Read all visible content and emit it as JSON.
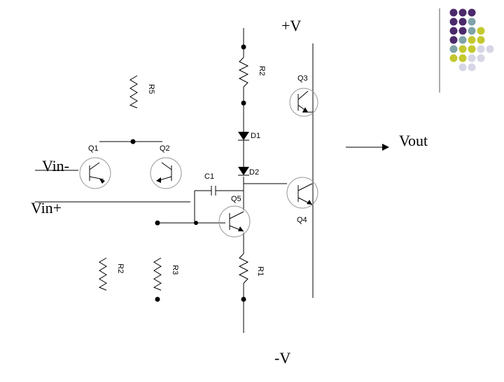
{
  "supply": {
    "positive": "+V",
    "negative": "-V"
  },
  "io": {
    "vin_minus": "Vin-",
    "vin_plus": "Vin+",
    "vout": "Vout"
  },
  "components": {
    "transistors": [
      "Q1",
      "Q2",
      "Q3",
      "Q4",
      "Q5"
    ],
    "diodes": [
      "D1",
      "D2"
    ],
    "capacitor": "C1",
    "resistors": {
      "r1": "R1",
      "r2": "R2",
      "r2b": "R2",
      "r3": "R3",
      "r5": "R5"
    }
  },
  "decor": {
    "dot_colors": [
      "#4b2a6b",
      "#7fa3a8",
      "#c4c82f",
      "#d6d6e6"
    ]
  }
}
